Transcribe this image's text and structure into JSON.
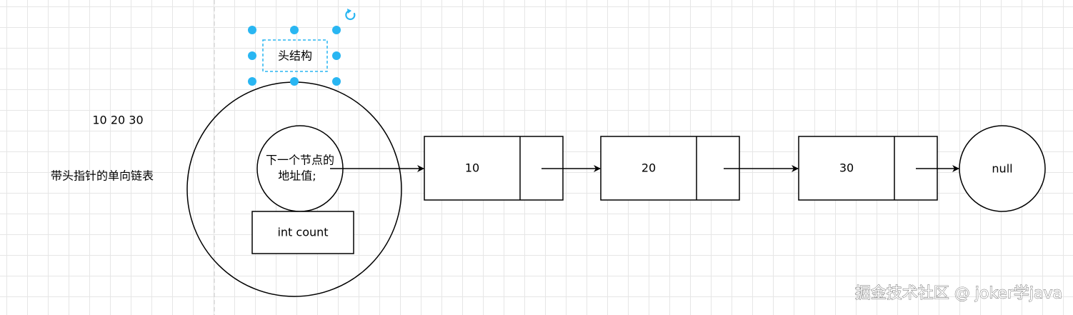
{
  "diagram": {
    "annotation_values": "10 20 30",
    "caption": "带头指针的单向链表",
    "head_label": "头结构",
    "head_pointer_line1": "下一个节点的",
    "head_pointer_line2": "地址值;",
    "count_field": "int count",
    "nodes": [
      {
        "value": "10"
      },
      {
        "value": "20"
      },
      {
        "value": "30"
      }
    ],
    "terminal": "null"
  },
  "watermark": "掘金技术社区 @ joker学java",
  "colors": {
    "selection_handle": "#29b6f2",
    "selection_outline": "#29b6f2",
    "stroke": "#000000",
    "grid": "#e6e6e6",
    "background": "#ffffff"
  },
  "icons": {
    "rotate_handle": "rotate-icon"
  }
}
